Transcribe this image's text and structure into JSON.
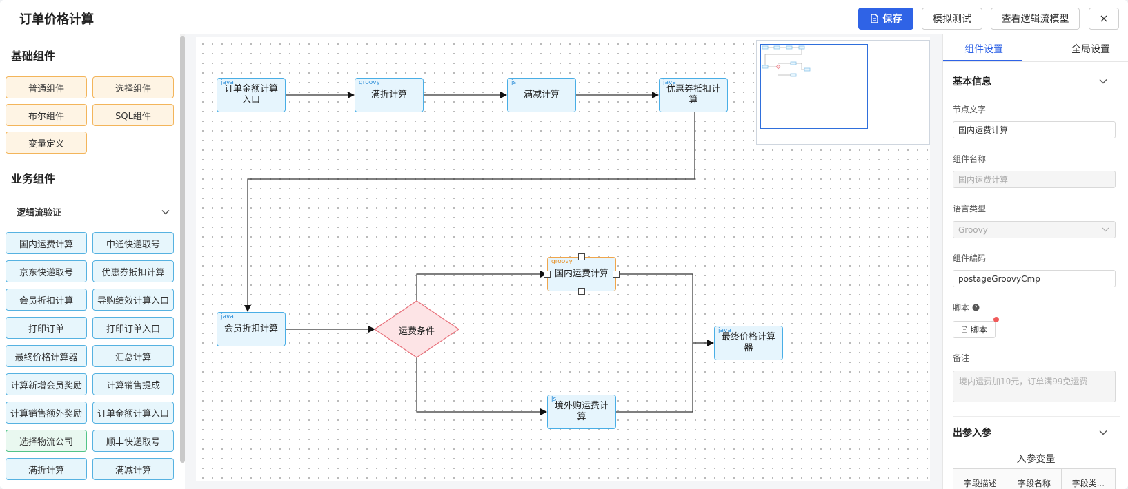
{
  "header": {
    "title": "订单价格计算",
    "save_label": "保存",
    "simulate_label": "模拟测试",
    "view_model_label": "查看逻辑流模型"
  },
  "sidebar": {
    "basic_title": "基础组件",
    "basic_items": [
      "普通组件",
      "选择组件",
      "布尔组件",
      "SQL组件",
      "变量定义"
    ],
    "business_title": "业务组件",
    "group_label": "逻辑流验证",
    "business_items": [
      "国内运费计算",
      "中通快递取号",
      "京东快递取号",
      "优惠券抵扣计算",
      "会员折扣计算",
      "导购绩效计算入口",
      "打印订单",
      "打印订单入口",
      "最终价格计算器",
      "汇总计算",
      "计算新增会员奖励",
      "计算销售提成",
      "计算销售额外奖励",
      "订单金额计算入口",
      "选择物流公司",
      "顺丰快递取号",
      "满折计算",
      "满减计算"
    ]
  },
  "flow": {
    "nodes": [
      {
        "id": "n1",
        "label": "订单金额计算入口",
        "lang": "java"
      },
      {
        "id": "n2",
        "label": "满折计算",
        "lang": "groovy"
      },
      {
        "id": "n3",
        "label": "满减计算",
        "lang": "js"
      },
      {
        "id": "n4",
        "label": "优惠券抵扣计算",
        "lang": "java"
      },
      {
        "id": "n5",
        "label": "会员折扣计算",
        "lang": "java"
      },
      {
        "id": "n6",
        "label": "运费条件",
        "lang": ""
      },
      {
        "id": "n7",
        "label": "国内运费计算",
        "lang": "groovy"
      },
      {
        "id": "n8",
        "label": "境外购运费计算",
        "lang": "js"
      },
      {
        "id": "n9",
        "label": "最终价格计算器",
        "lang": "java"
      }
    ],
    "edges": [
      [
        "n1",
        "n2"
      ],
      [
        "n2",
        "n3"
      ],
      [
        "n3",
        "n4"
      ],
      [
        "n4",
        "n5"
      ],
      [
        "n5",
        "n6"
      ],
      [
        "n6",
        "n7"
      ],
      [
        "n6",
        "n8"
      ],
      [
        "n7",
        "n9"
      ],
      [
        "n8",
        "n9"
      ]
    ],
    "selected_node": "n7"
  },
  "panel": {
    "tabs": [
      "组件设置",
      "全局设置"
    ],
    "active_tab": "组件设置",
    "basic_info_title": "基本信息",
    "node_text_label": "节点文字",
    "node_text_value": "国内运费计算",
    "comp_name_label": "组件名称",
    "comp_name_value": "国内运费计算",
    "lang_label": "语言类型",
    "lang_value": "Groovy",
    "code_label": "组件编码",
    "code_value": "postageGroovyCmp",
    "script_label": "脚本",
    "script_button": "脚本",
    "remark_label": "备注",
    "remark_placeholder": "境内运费加10元，订单满99免运费",
    "params_title": "出参入参",
    "input_vars_title": "入参变量",
    "table_headers": [
      "字段描述",
      "字段名称",
      "字段类..."
    ]
  },
  "colors": {
    "primary": "#2f63e6",
    "node_border": "#49aee6",
    "node_fill": "#e6f5fd",
    "selected_border": "#f0a64c",
    "condition_fill": "#fde4e6",
    "condition_border": "#e8707a"
  }
}
